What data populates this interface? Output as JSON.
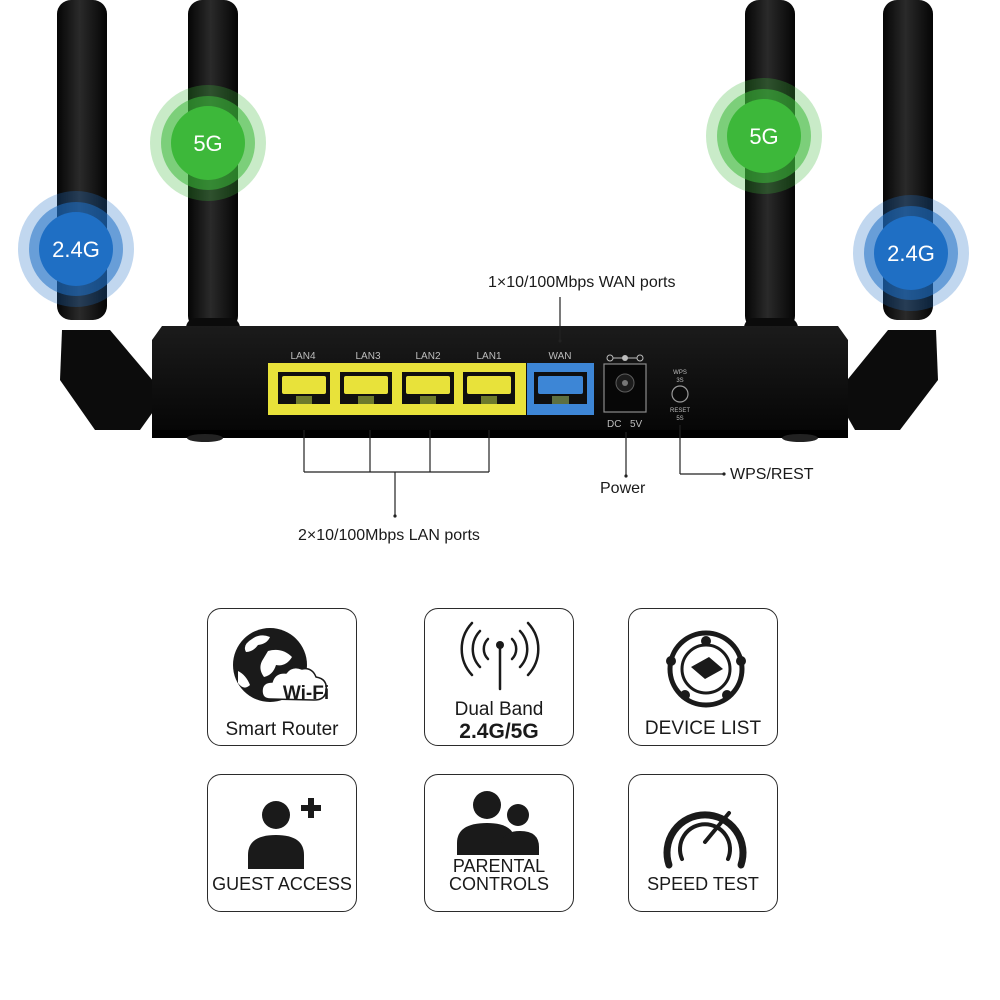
{
  "badges": {
    "left_outer": "2.4G",
    "left_inner": "5G",
    "right_inner": "5G",
    "right_outer": "2.4G"
  },
  "colors": {
    "badge_blue": "#1f6fc4",
    "badge_green": "#3db83a",
    "lan_port": "#e8e23a",
    "wan_port": "#3d86d6",
    "router_body": "#111111"
  },
  "ports": {
    "lan": [
      "LAN4",
      "LAN3",
      "LAN2",
      "LAN1"
    ],
    "wan": "WAN",
    "dc": "DC",
    "dc_voltage": "5V",
    "wps": "WPS",
    "wps_time": "3S",
    "reset": "RESET",
    "reset_time": "5S"
  },
  "callouts": {
    "wan_ports": "1×10/100Mbps WAN ports",
    "lan_ports": "2×10/100Mbps LAN ports",
    "power": "Power",
    "wps_reset": "WPS/REST"
  },
  "features": {
    "smart_router": {
      "wifi_logo": "Wi-Fi",
      "label": "Smart Router"
    },
    "dual_band": {
      "line1": "Dual Band",
      "line2": "2.4G/5G"
    },
    "device_list": {
      "label": "DEVICE LIST"
    },
    "guest_access": {
      "label": "GUEST ACCESS"
    },
    "parental": {
      "line1": "PARENTAL",
      "line2": "CONTROLS"
    },
    "speed_test": {
      "label": "SPEED TEST"
    }
  }
}
